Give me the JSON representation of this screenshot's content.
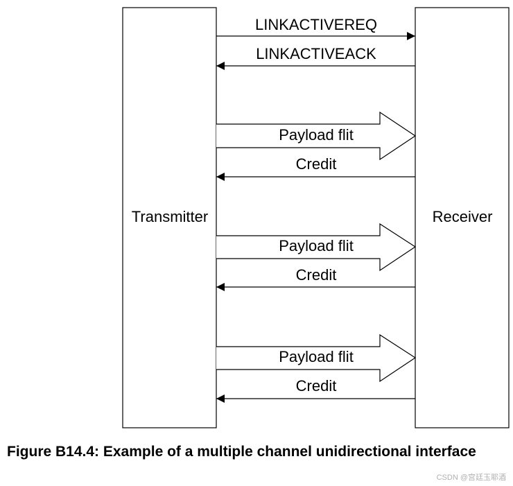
{
  "transmitter_label": "Transmitter",
  "receiver_label": "Receiver",
  "signals": {
    "link_req": "LINKACTIVEREQ",
    "link_ack": "LINKACTIVEACK",
    "payload_1": "Payload flit",
    "credit_1": "Credit",
    "payload_2": "Payload flit",
    "credit_2": "Credit",
    "payload_3": "Payload flit",
    "credit_3": "Credit"
  },
  "caption": "Figure B14.4: Example of a multiple channel unidirectional interface",
  "watermark": "CSDN @宫廷玉耶酒"
}
